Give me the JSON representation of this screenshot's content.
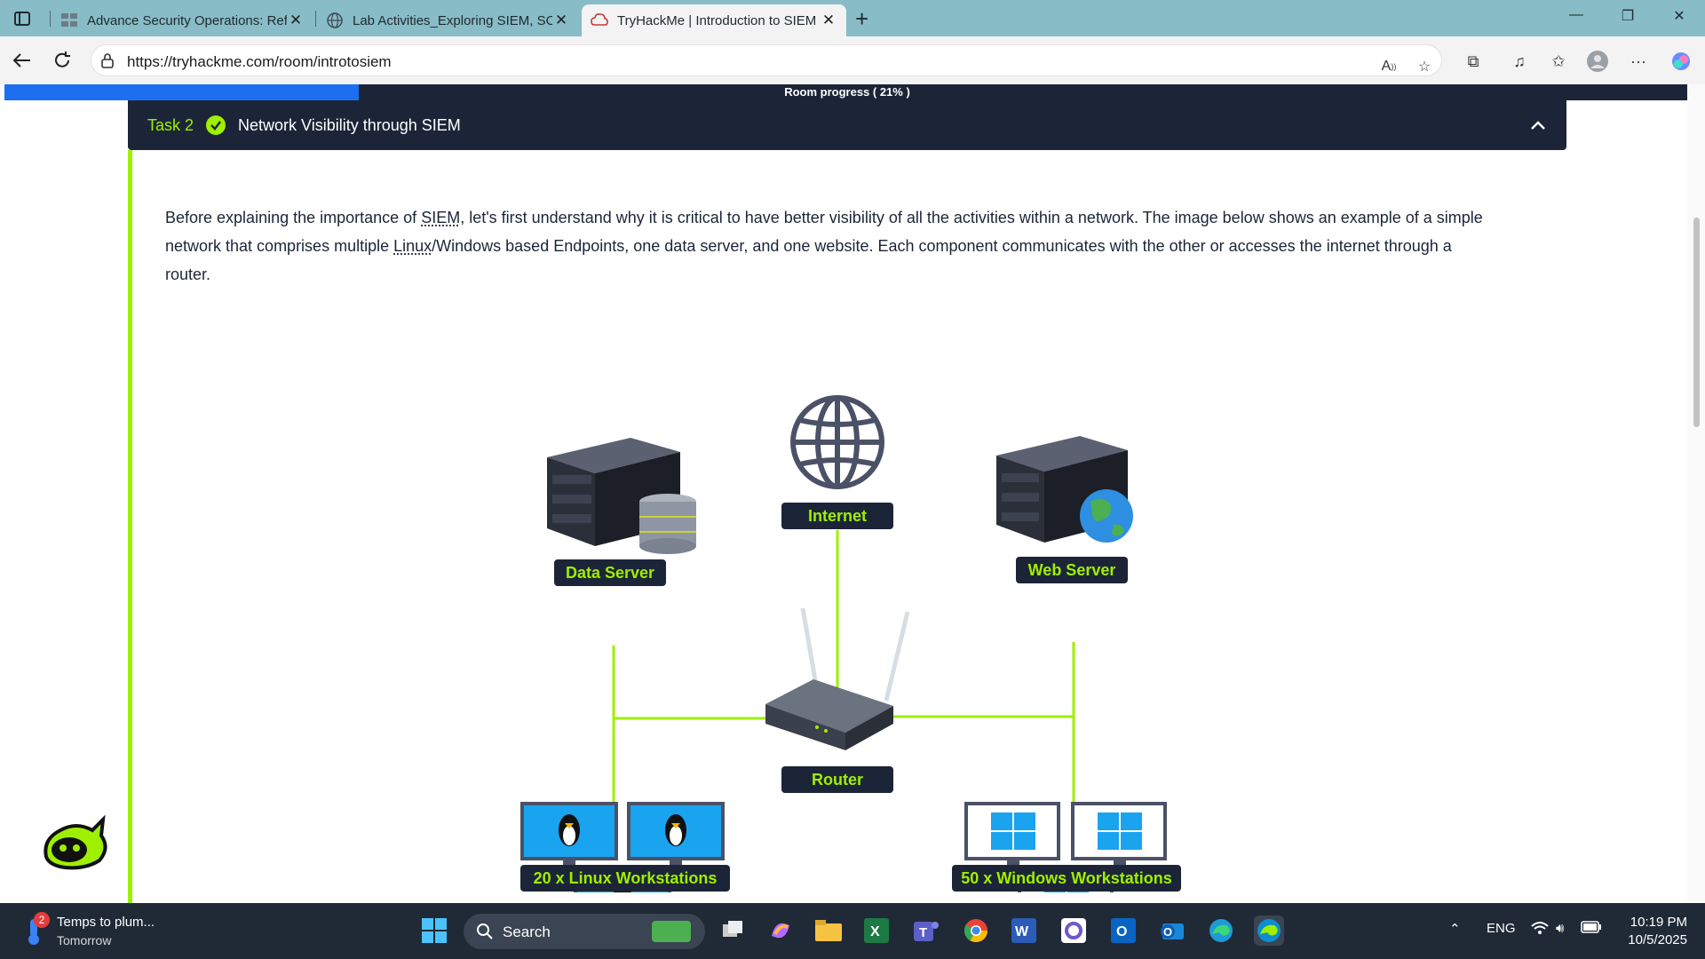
{
  "browser": {
    "tabs": [
      {
        "title": "Advance Security Operations: Ref",
        "favicon": "grid-icon"
      },
      {
        "title": "Lab Activities_Exploring SIEM, SO",
        "favicon": "globe-icon"
      },
      {
        "title": "TryHackMe | Introduction to SIEM",
        "favicon": "thm-icon",
        "active": true
      }
    ],
    "url": "https://tryhackme.com/room/introtosiem"
  },
  "room": {
    "progress_label": "Room progress ( 21% )",
    "progress": 0.21
  },
  "task": {
    "number": "Task 2",
    "title": "Network Visibility through SIEM",
    "paragraph": {
      "p1": "Before explaining the importance of ",
      "siem": "SIEM",
      "p2": ", let's first understand why it is critical to have better visibility of all the activities within a network. The image below shows an example of a simple network that comprises multiple ",
      "linux": "Linux",
      "p3": "/Windows based Endpoints, one data server, and one website. Each component communicates with the other or accesses the internet through a router."
    }
  },
  "diagram": {
    "internet": "Internet",
    "data_server": "Data Server",
    "web_server": "Web Server",
    "router": "Router",
    "linux": "20 x Linux Workstations",
    "windows": "50 x Windows Workstations",
    "colors": {
      "line": "#9fef00",
      "label_bg": "#1c2538",
      "label_text": "#9fef00"
    }
  },
  "taskbar": {
    "weather_badge": "2",
    "weather_title": "Temps to plum...",
    "weather_sub": "Tomorrow",
    "search": "Search",
    "lang": "ENG",
    "time": "10:19 PM",
    "date": "10/5/2025"
  }
}
